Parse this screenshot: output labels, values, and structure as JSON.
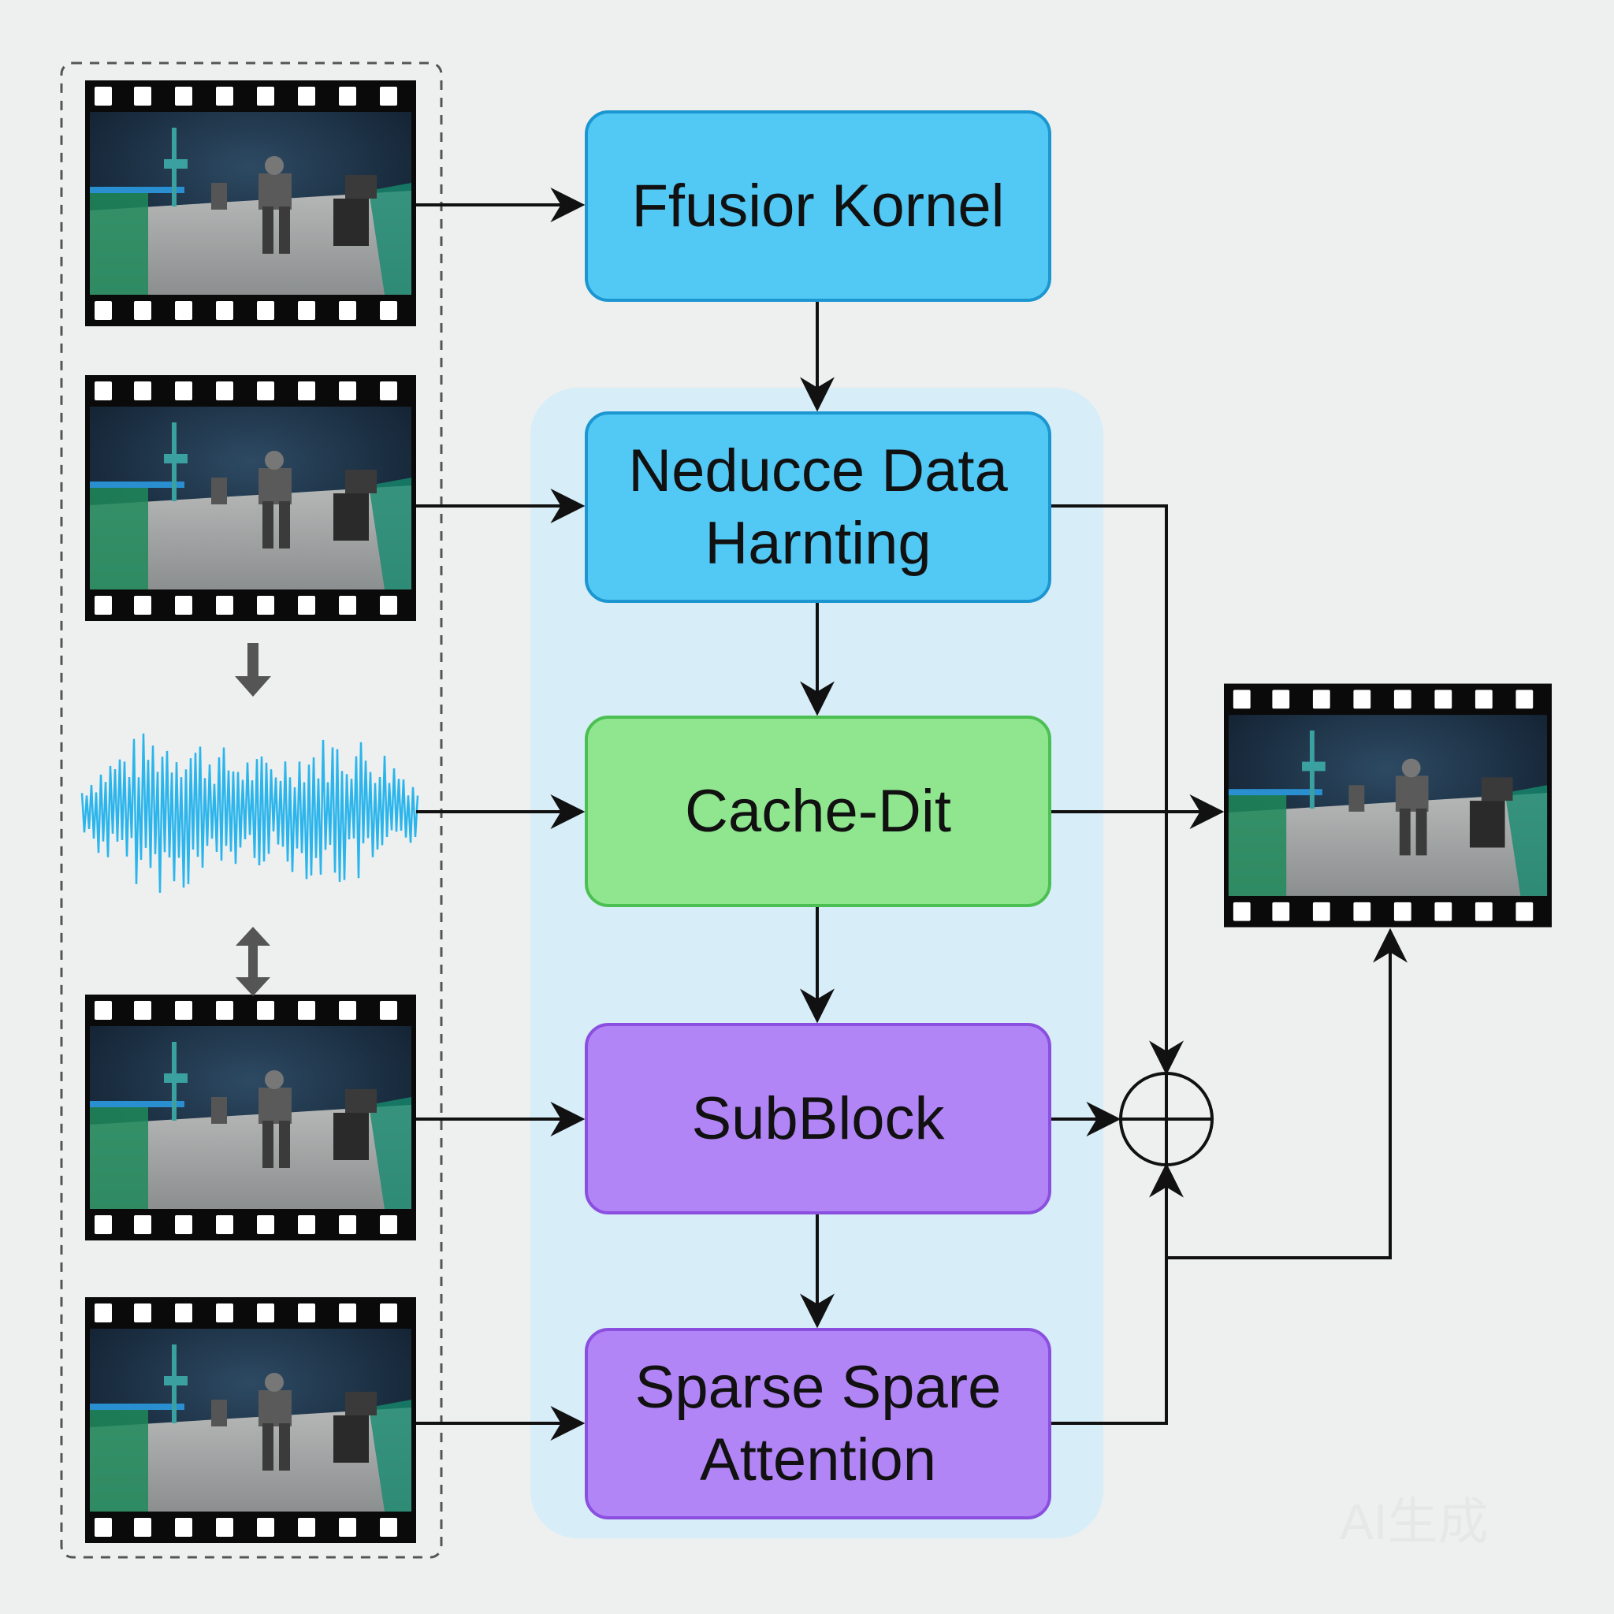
{
  "blocks": {
    "fusion": {
      "line1": "Ffusior Kornel",
      "line2": ""
    },
    "reduce": {
      "line1": "Neducce Data",
      "line2": "Harnting"
    },
    "cache": {
      "line1": "Cache-Dit",
      "line2": ""
    },
    "subblock": {
      "line1": "SubBlock",
      "line2": ""
    },
    "sparse": {
      "line1": "Sparse Spare",
      "line2": "Attention"
    }
  },
  "colors": {
    "fusion_fill": "#52c8f5",
    "cache_fill": "#8fe68f",
    "subblock_fill": "#b285f6",
    "panel": "#d7edf8",
    "waveform": "#2bb5ec",
    "film": "#0a0a0a",
    "arrow": "#111111"
  },
  "icons": [
    "film-frame-icon",
    "waveform-icon",
    "down-arrow-icon",
    "updown-arrow-icon",
    "sum-circle-icon"
  ],
  "watermark": "AI生成"
}
